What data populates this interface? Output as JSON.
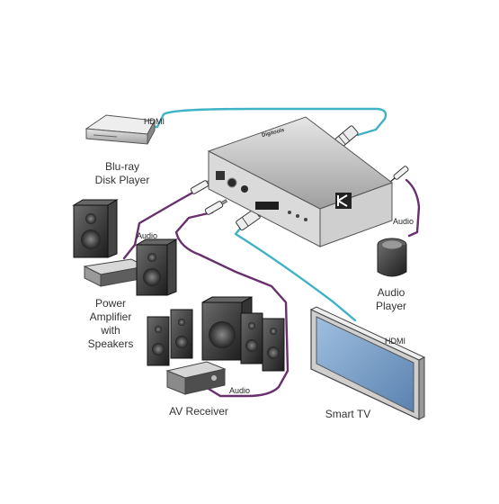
{
  "devices": {
    "bluray": "Blu-ray\nDisk Player",
    "amplifier": "Power\nAmplifier\nwith\nSpeakers",
    "av_receiver": "AV Receiver",
    "audio_player": "Audio\nPlayer",
    "smart_tv": "Smart TV"
  },
  "connections": {
    "hdmi_in": "HDMI",
    "hdmi_out": "HDMI",
    "audio_amp": "Audio",
    "audio_receiver": "Audio",
    "audio_player": "Audio"
  },
  "hub": {
    "brand": "Digitools"
  },
  "colors": {
    "hdmi_cable": "#3fb2c6",
    "audio_cable": "#6a2f6e",
    "device_body": "#d9d9d9",
    "screen": "#7ea2c8"
  }
}
